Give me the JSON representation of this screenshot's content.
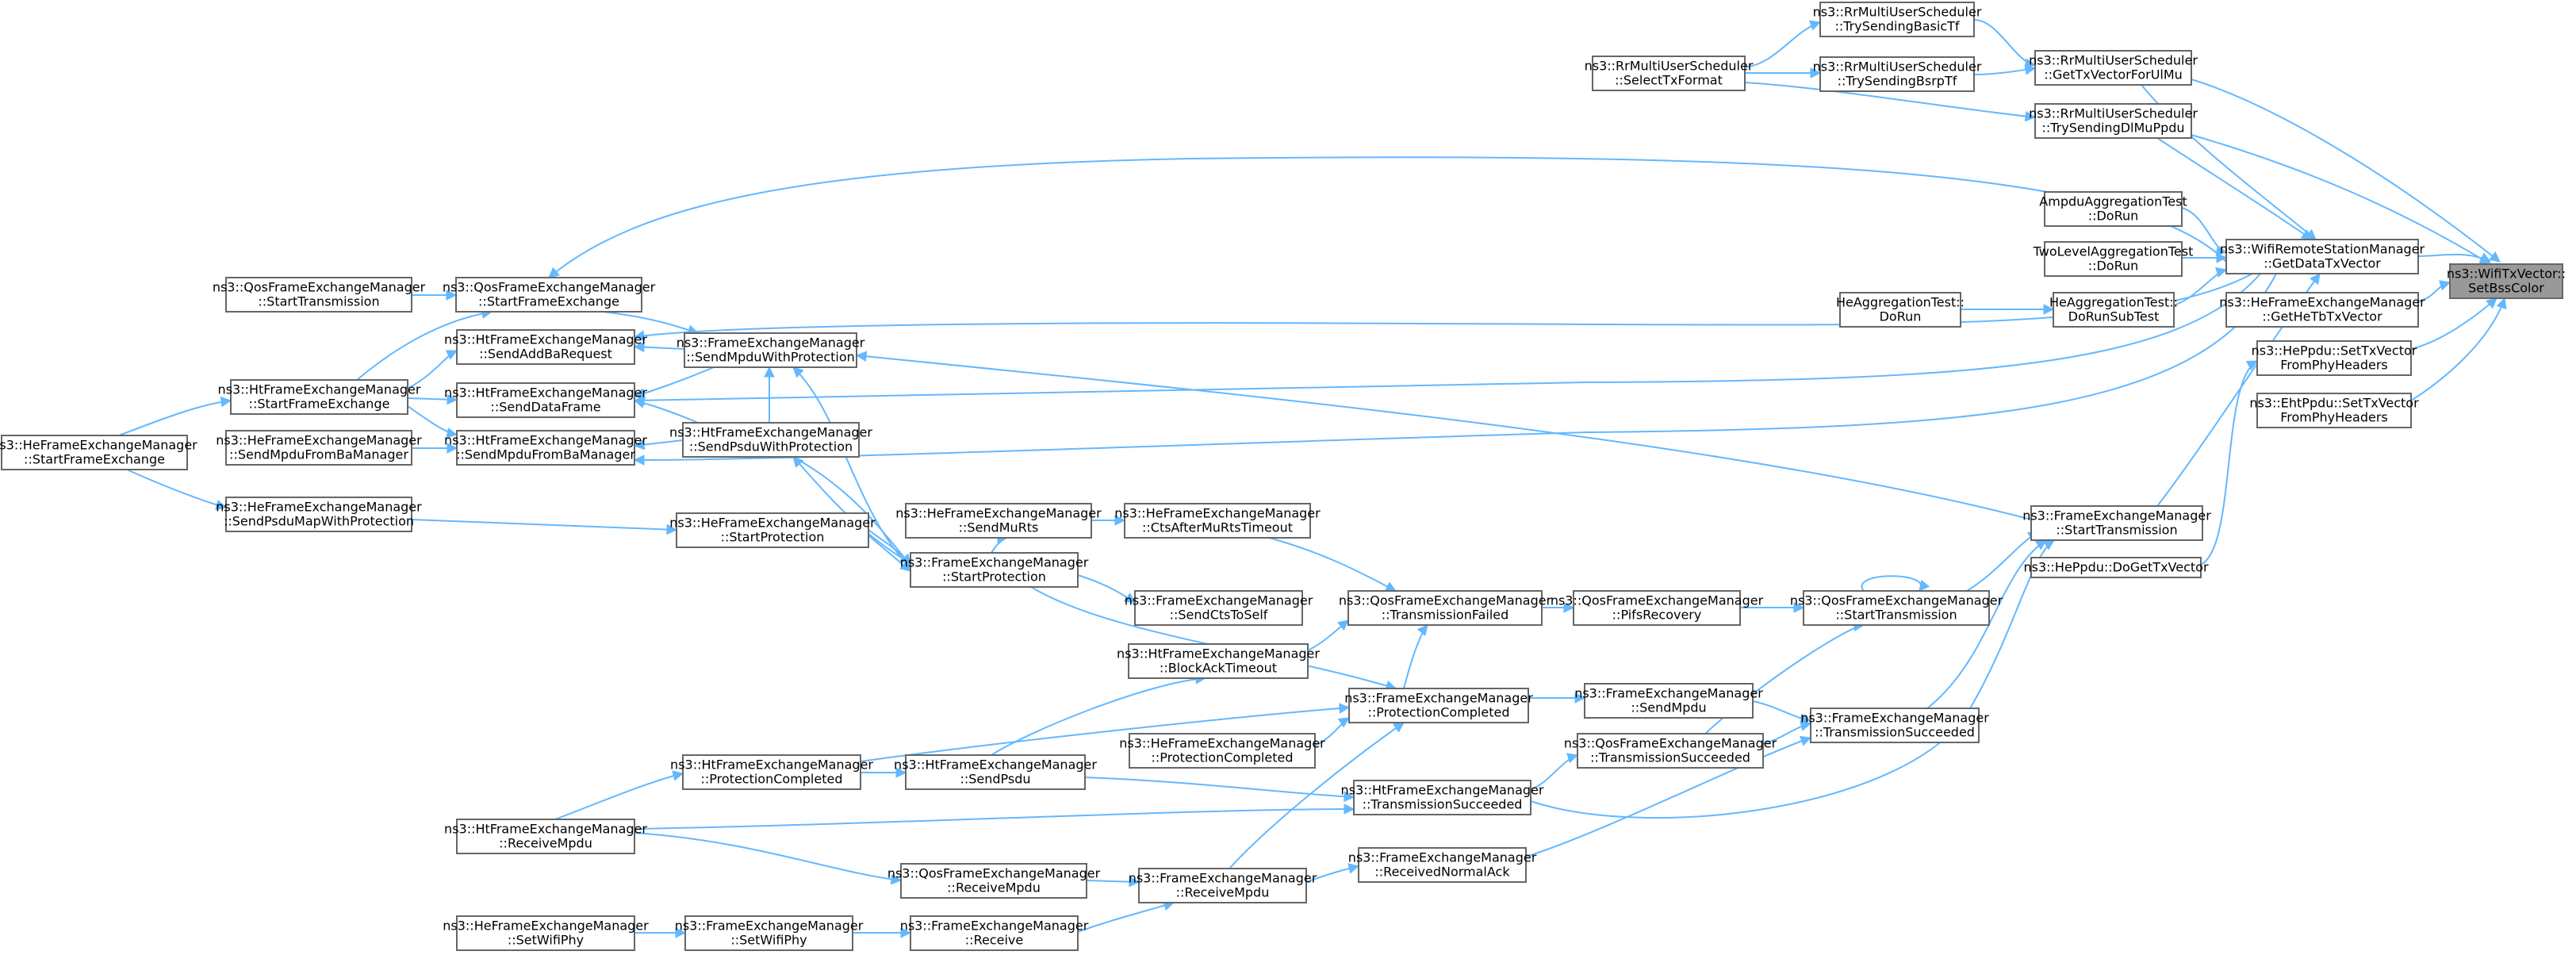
{
  "graph": {
    "edge_color": "#63b8ff",
    "node_border_color": "#666666",
    "root_fill_color": "#999999",
    "node_fill_color": "#ffffff",
    "nodes": [
      {
        "id": "root",
        "lines": [
          "ns3::WifiTxVector::",
          "SetBssColor"
        ],
        "root": true
      },
      {
        "id": "wrsm",
        "lines": [
          "ns3::WifiRemoteStationManager",
          "::GetDataTxVector"
        ]
      },
      {
        "id": "gettxul",
        "lines": [
          "ns3::RrMultiUserScheduler",
          "::GetTxVectorForUlMu"
        ]
      },
      {
        "id": "trydlmu",
        "lines": [
          "ns3::RrMultiUserScheduler",
          "::TrySendingDlMuPpdu"
        ]
      },
      {
        "id": "heftb",
        "lines": [
          "ns3::HeFrameExchangeManager",
          "::GetHeTbTxVector"
        ]
      },
      {
        "id": "heppdu",
        "lines": [
          "ns3::HePpdu::SetTxVector",
          "FromPhyHeaders"
        ]
      },
      {
        "id": "ehtppdu",
        "lines": [
          "ns3::EhtPpdu::SetTxVector",
          "FromPhyHeaders"
        ]
      },
      {
        "id": "basictf",
        "lines": [
          "ns3::RrMultiUserScheduler",
          "::TrySendingBasicTf"
        ]
      },
      {
        "id": "bsrptf",
        "lines": [
          "ns3::RrMultiUserScheduler",
          "::TrySendingBsrpTf"
        ]
      },
      {
        "id": "selecttx",
        "lines": [
          "ns3::RrMultiUserScheduler",
          "::SelectTxFormat"
        ]
      },
      {
        "id": "ampdu",
        "lines": [
          "AmpduAggregationTest",
          "::DoRun"
        ]
      },
      {
        "id": "twolevel",
        "lines": [
          "TwoLevelAggregationTest",
          "::DoRun"
        ]
      },
      {
        "id": "heaggsub",
        "lines": [
          "HeAggregationTest::",
          "DoRunSubTest"
        ]
      },
      {
        "id": "heaggrun",
        "lines": [
          "HeAggregationTest::",
          "DoRun"
        ]
      },
      {
        "id": "fem_st",
        "lines": [
          "ns3::FrameExchangeManager",
          "::StartTransmission"
        ]
      },
      {
        "id": "hedoget",
        "lines": [
          "ns3::HePpdu::DoGetTxVector"
        ]
      },
      {
        "id": "qos_st",
        "lines": [
          "ns3::QosFrameExchangeManager",
          "::StartTransmission"
        ]
      },
      {
        "id": "fem_ts",
        "lines": [
          "ns3::FrameExchangeManager",
          "::TransmissionSucceeded"
        ]
      },
      {
        "id": "qos_pifs",
        "lines": [
          "ns3::QosFrameExchangeManager",
          "::PifsRecovery"
        ]
      },
      {
        "id": "qos_tf",
        "lines": [
          "ns3::QosFrameExchangeManager",
          "::TransmissionFailed"
        ]
      },
      {
        "id": "fem_sendmpdu",
        "lines": [
          "ns3::FrameExchangeManager",
          "::SendMpdu"
        ]
      },
      {
        "id": "qos_ts",
        "lines": [
          "ns3::QosFrameExchangeManager",
          "::TransmissionSucceeded"
        ]
      },
      {
        "id": "fem_pc",
        "lines": [
          "ns3::FrameExchangeManager",
          "::ProtectionCompleted"
        ]
      },
      {
        "id": "hefem_pc",
        "lines": [
          "ns3::HeFrameExchangeManager",
          "::ProtectionCompleted"
        ]
      },
      {
        "id": "htfem_ts",
        "lines": [
          "ns3::HtFrameExchangeManager",
          "::TransmissionSucceeded"
        ]
      },
      {
        "id": "fem_rna",
        "lines": [
          "ns3::FrameExchangeManager",
          "::ReceivedNormalAck"
        ]
      },
      {
        "id": "hefem_ctsto",
        "lines": [
          "ns3::HeFrameExchangeManager",
          "::CtsAfterMuRtsTimeout"
        ]
      },
      {
        "id": "hefem_sendmurts",
        "lines": [
          "ns3::HeFrameExchangeManager",
          "::SendMuRts"
        ]
      },
      {
        "id": "fem_sp",
        "lines": [
          "ns3::FrameExchangeManager",
          "::StartProtection"
        ]
      },
      {
        "id": "fem_ctsself",
        "lines": [
          "ns3::FrameExchangeManager",
          "::SendCtsToSelf"
        ]
      },
      {
        "id": "htfem_bat",
        "lines": [
          "ns3::HtFrameExchangeManager",
          "::BlockAckTimeout"
        ]
      },
      {
        "id": "htfem_sendpsdu",
        "lines": [
          "ns3::HtFrameExchangeManager",
          "::SendPsdu"
        ]
      },
      {
        "id": "fem_recvmpdu",
        "lines": [
          "ns3::FrameExchangeManager",
          "::ReceiveMpdu"
        ]
      },
      {
        "id": "qos_recvmpdu",
        "lines": [
          "ns3::QosFrameExchangeManager",
          "::ReceiveMpdu"
        ]
      },
      {
        "id": "fem_receive",
        "lines": [
          "ns3::FrameExchangeManager",
          "::Receive"
        ]
      },
      {
        "id": "fem_setphy",
        "lines": [
          "ns3::FrameExchangeManager",
          "::SetWifiPhy"
        ]
      },
      {
        "id": "hefem_setphy",
        "lines": [
          "ns3::HeFrameExchangeManager",
          "::SetWifiPhy"
        ]
      },
      {
        "id": "fem_smwp",
        "lines": [
          "ns3::FrameExchangeManager",
          "::SendMpduWithProtection"
        ]
      },
      {
        "id": "htfem_spwp",
        "lines": [
          "ns3::HtFrameExchangeManager",
          "::SendPsduWithProtection"
        ]
      },
      {
        "id": "hefem_sp",
        "lines": [
          "ns3::HeFrameExchangeManager",
          "::StartProtection"
        ]
      },
      {
        "id": "qos_sfe",
        "lines": [
          "ns3::QosFrameExchangeManager",
          "::StartFrameExchange"
        ]
      },
      {
        "id": "htfem_aba",
        "lines": [
          "ns3::HtFrameExchangeManager",
          "::SendAddBaRequest"
        ]
      },
      {
        "id": "htfem_sdf",
        "lines": [
          "ns3::HtFrameExchangeManager",
          "::SendDataFrame"
        ]
      },
      {
        "id": "htfem_smfba",
        "lines": [
          "ns3::HtFrameExchangeManager",
          "::SendMpduFromBaManager"
        ]
      },
      {
        "id": "qos_fst",
        "lines": [
          "ns3::QosFrameExchangeManager",
          "::StartTransmission"
        ]
      },
      {
        "id": "htfem_sfe",
        "lines": [
          "ns3::HtFrameExchangeManager",
          "::StartFrameExchange"
        ]
      },
      {
        "id": "hefem_smfba",
        "lines": [
          "ns3::HeFrameExchangeManager",
          "::SendMpduFromBaManager"
        ]
      },
      {
        "id": "hefem_spmwp",
        "lines": [
          "ns3::HeFrameExchangeManager",
          "::SendPsduMapWithProtection"
        ]
      },
      {
        "id": "htfem_pc",
        "lines": [
          "ns3::HtFrameExchangeManager",
          "::ProtectionCompleted"
        ]
      },
      {
        "id": "htfem_recvmpdu",
        "lines": [
          "ns3::HtFrameExchangeManager",
          "::ReceiveMpdu"
        ]
      },
      {
        "id": "hefem_sfe",
        "lines": [
          "ns3::HeFrameExchangeManager",
          "::StartFrameExchange"
        ]
      }
    ]
  }
}
